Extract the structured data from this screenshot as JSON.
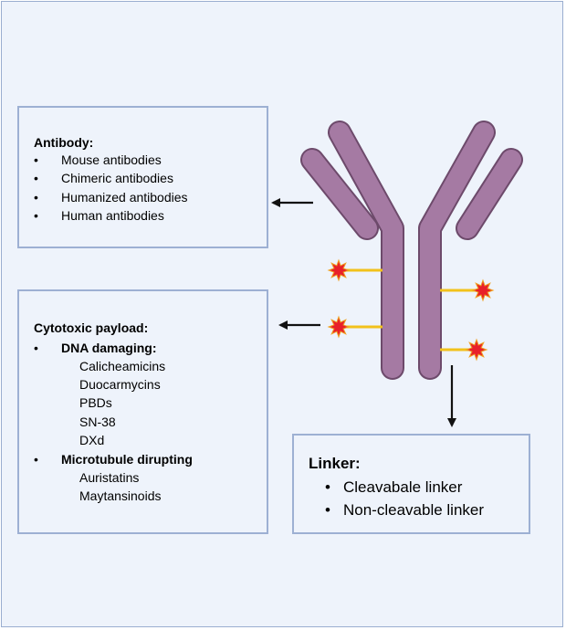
{
  "antibody": {
    "title": "Antibody:",
    "items": [
      "Mouse antibodies",
      "Chimeric antibodies",
      "Humanized antibodies",
      "Human antibodies"
    ]
  },
  "payload": {
    "title": "Cytotoxic payload:",
    "groups": [
      {
        "label": "DNA damaging:",
        "items": [
          "Calicheamicins",
          "Duocarmycins",
          "PBDs",
          "SN-38",
          "DXd"
        ]
      },
      {
        "label": "Microtubule dirupting",
        "items": [
          "Auristatins",
          "Maytansinoids"
        ]
      }
    ]
  },
  "linker": {
    "title": "Linker:",
    "items": [
      "Cleavabale linker",
      "Non-cleavable linker"
    ]
  },
  "colors": {
    "antibody_fill": "#a57aa3",
    "antibody_stroke": "#6d4a6b",
    "linker": "#f2c21b",
    "payload_star": "#e8202a",
    "box_border": "#9db0d3",
    "background": "#eef3fb"
  }
}
